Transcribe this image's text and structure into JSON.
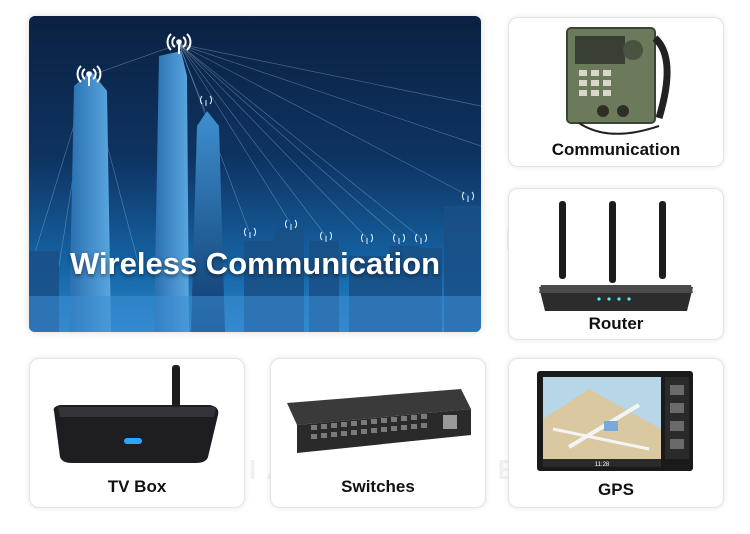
{
  "hero": {
    "title": "Wireless Communication"
  },
  "cards": {
    "communication": "Communication",
    "router": "Router",
    "tv_box": "TV Box",
    "switches": "Switches",
    "gps": "GPS"
  },
  "watermark": {
    "line1": "ELECTRON",
    "line2": "XIANGLONG ELECTRON"
  },
  "gps_screen": {
    "time": "11:28"
  },
  "colors": {
    "hero_dark": "#0b2142",
    "hero_light": "#2a86c8",
    "signal": "#ffffff"
  }
}
